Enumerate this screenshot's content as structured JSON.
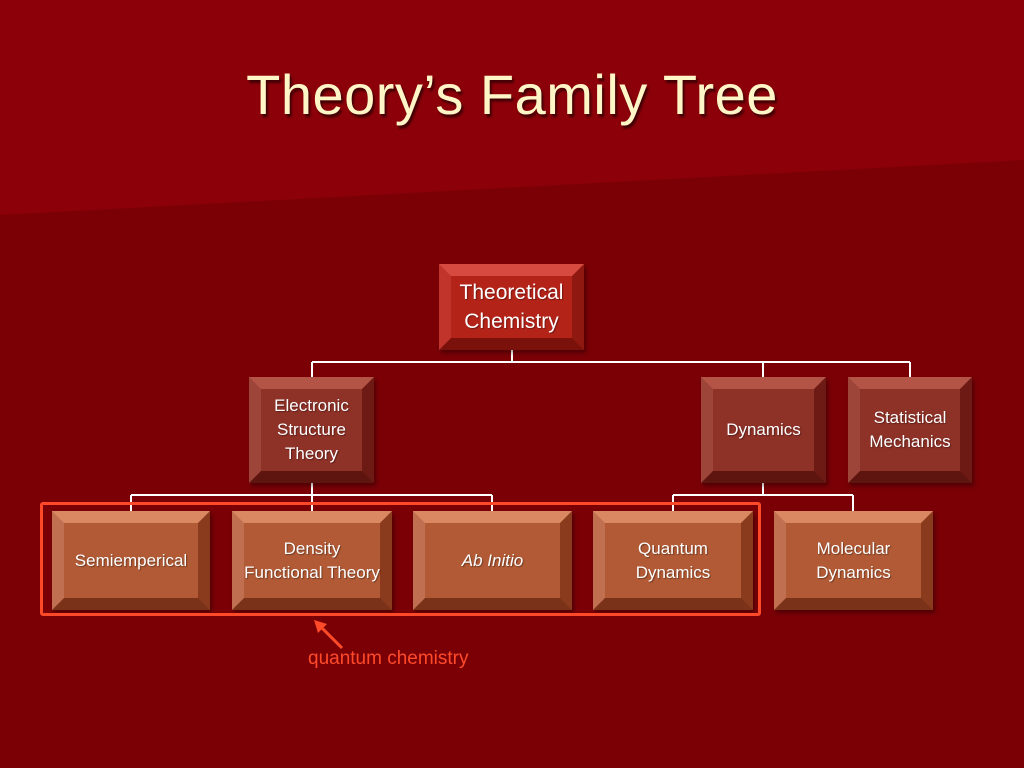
{
  "slide": {
    "title": "Theory’s Family Tree",
    "annotation": "quantum chemistry"
  },
  "tree": {
    "root": {
      "label": "Theoretical Chemistry"
    },
    "level1": [
      {
        "label": "Electronic Structure Theory"
      },
      {
        "label": "Dynamics"
      },
      {
        "label": "Statistical Mechanics"
      }
    ],
    "level2": [
      {
        "label": "Semiemperical",
        "parent": "Electronic Structure Theory"
      },
      {
        "label": "Density Functional Theory",
        "parent": "Electronic Structure Theory"
      },
      {
        "label": "Ab Initio",
        "parent": "Electronic Structure Theory"
      },
      {
        "label": "Quantum Dynamics",
        "parent": "Dynamics"
      },
      {
        "label": "Molecular Dynamics",
        "parent": "Dynamics"
      }
    ]
  },
  "colors": {
    "background": "#7a0006",
    "title": "#fff6c8",
    "root_box": "#b42318",
    "mid_box": "#8e3127",
    "leaf_box": "#b15a35",
    "highlight": "#ff4a2a",
    "connector": "#ffffff"
  }
}
